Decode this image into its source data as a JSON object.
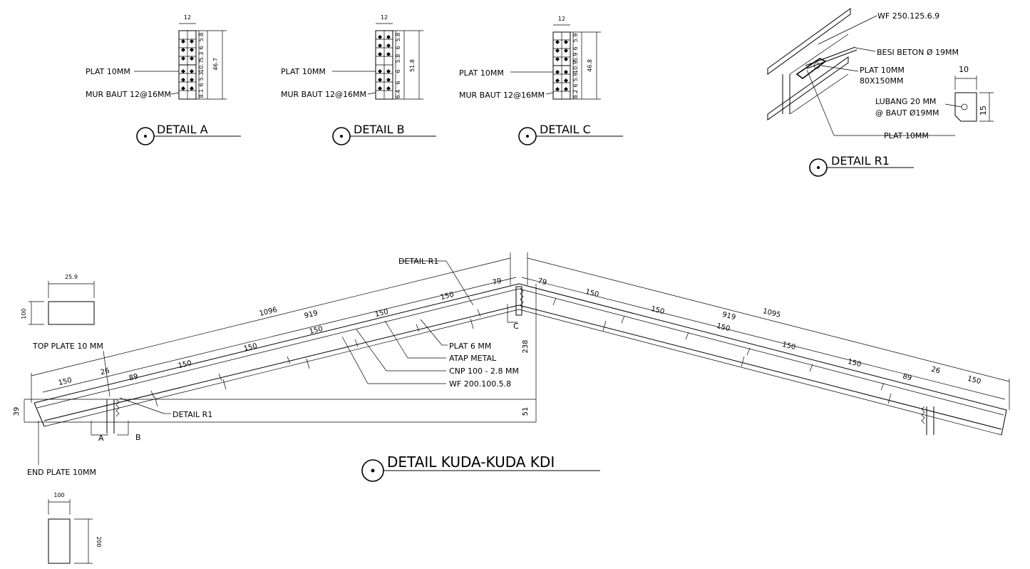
{
  "details_top": {
    "a": {
      "title": "DETAIL A",
      "plat": "PLAT 10MM",
      "mur": "MUR BAUT 12@16MM",
      "w": "12",
      "h": "46.7",
      "segs": [
        "5.8",
        "6",
        "5.3",
        "10.7",
        "5.3",
        "6",
        "8.1"
      ]
    },
    "b": {
      "title": "DETAIL B",
      "plat": "PLAT 10MM",
      "mur": "MUR BAUT 12@16MM",
      "w": "12",
      "h": "51.8",
      "segs": [
        "5.8",
        "6",
        "5.8",
        "6",
        "6",
        "6.4"
      ]
    },
    "c": {
      "title": "DETAIL C",
      "plat": "PLAT 10MM",
      "mur": "MUR BAUT 12@16MM",
      "w": "12",
      "h": "46.8",
      "segs": [
        "5.9",
        "6",
        "5.9",
        "10.9",
        "5.9",
        "6",
        "8.2"
      ]
    }
  },
  "detail_r1": {
    "title": "DETAIL R1",
    "wf": "WF 250.125.6.9",
    "besi": "BESI BETON Ø 19MM",
    "plat1": "PLAT 10MM",
    "plat1b": "80X150MM",
    "lubang1": "LUBANG 20 MM",
    "lubang2": "@ BAUT Ø19MM",
    "plat2": "PLAT 10MM",
    "dim_w": "10",
    "dim_h": "15"
  },
  "truss": {
    "title": "DETAIL KUDA-KUDA KDI",
    "detail_r1_top": "DETAIL R1",
    "detail_r1_low": "DETAIL R1",
    "plat6": "PLAT 6 MM",
    "atap": "ATAP METAL",
    "cnp": "CNP 100 - 2.8 MM",
    "wf": "WF 200.100.5.8",
    "top_plate": "TOP PLATE 10 MM",
    "end_plate": "END PLATE 10MM",
    "mark_a": "A",
    "mark_b": "B",
    "mark_c": "C",
    "d_1096": "1096",
    "d_1095": "1095",
    "d_919": "919",
    "d_150": "150",
    "d_89": "89",
    "d_26": "26",
    "d_79": "79",
    "d_238": "238",
    "d_51": "51",
    "d_39": "39",
    "sec1_w": "25.9",
    "sec1_h": "100",
    "sec2_w": "100",
    "sec2_h": "200"
  }
}
